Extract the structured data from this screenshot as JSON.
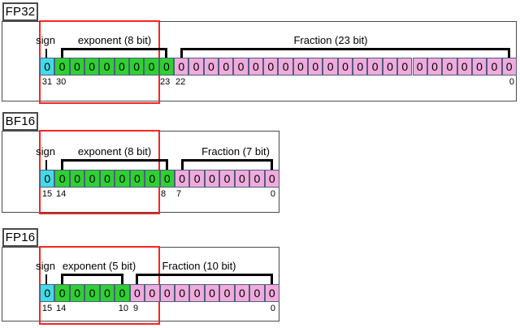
{
  "diagram": {
    "formats": [
      {
        "name": "FP32",
        "sign_label": "sign",
        "exponent_label": "exponent (8 bit)",
        "fraction_label": "Fraction (23 bit)",
        "sign_bits": 1,
        "exponent_bits": 8,
        "fraction_bits": 23,
        "bit_value": "0",
        "index_labels": [
          "31",
          "30",
          "23",
          "22",
          "0"
        ]
      },
      {
        "name": "BF16",
        "sign_label": "sign",
        "exponent_label": "exponent (8 bit)",
        "fraction_label": "Fraction (7 bit)",
        "sign_bits": 1,
        "exponent_bits": 8,
        "fraction_bits": 7,
        "bit_value": "0",
        "index_labels": [
          "15",
          "14",
          "8",
          "7",
          "0"
        ]
      },
      {
        "name": "FP16",
        "sign_label": "sign",
        "exponent_label": "exponent (5 bit)",
        "fraction_label": "Fraction (10 bit)",
        "sign_bits": 1,
        "exponent_bits": 5,
        "fraction_bits": 10,
        "bit_value": "0",
        "index_labels": [
          "15",
          "14",
          "10",
          "9",
          "0"
        ]
      }
    ],
    "colors": {
      "sign_fill": "#43dbe5",
      "exponent_fill": "#2fd032",
      "fraction_fill": "#f0abdc",
      "cell_border": "#4f5e80",
      "box_border": "#4a4a4a",
      "highlight_box": "#fb2424",
      "bracket": "#000000",
      "text": "#000000"
    }
  }
}
